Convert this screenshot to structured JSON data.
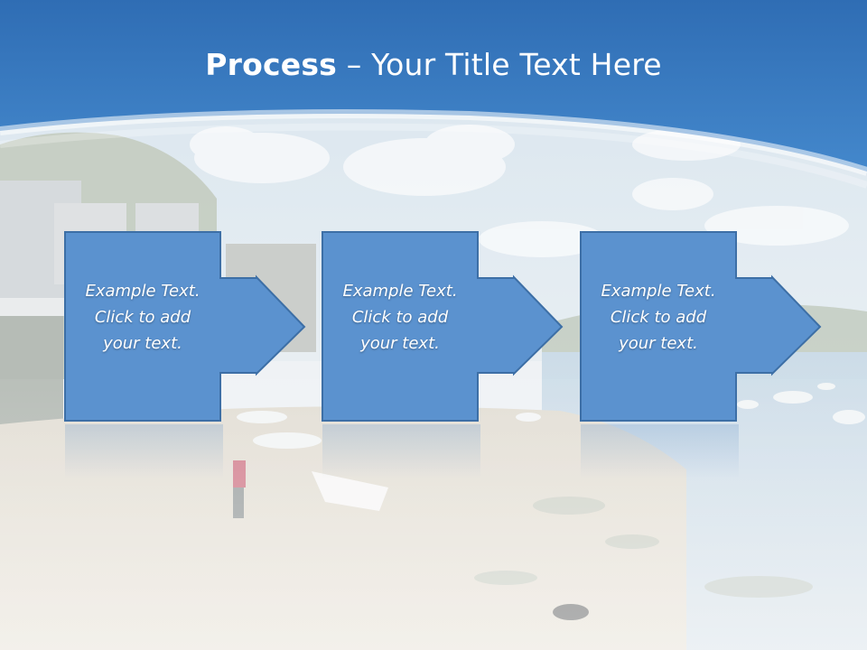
{
  "slide": {
    "title_bold": "Process",
    "title_rest": " – Your Title Text Here"
  },
  "steps": [
    {
      "line1": "Example Text.",
      "line2": "Click  to add",
      "line3": "your text."
    },
    {
      "line1": "Example Text.",
      "line2": "Click  to add",
      "line3": "your text."
    },
    {
      "line1": "Example Text.",
      "line2": "Click  to add",
      "line3": "your text."
    }
  ],
  "colors": {
    "header_blue": "#3a7cc2",
    "box_fill": "#5b92cf",
    "box_stroke": "#3d6fa6"
  }
}
